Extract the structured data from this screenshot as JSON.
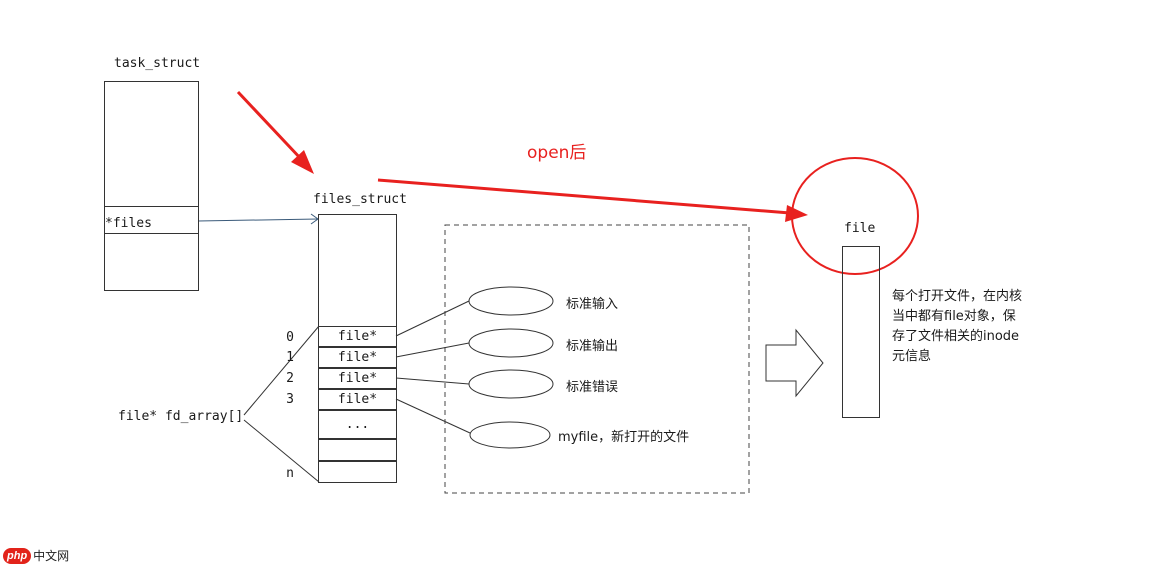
{
  "task_struct": {
    "title": "task_struct",
    "field": "*files"
  },
  "files_struct": {
    "title": "files_struct",
    "array_label": "file* fd_array[]",
    "slots": [
      "file*",
      "file*",
      "file*",
      "file*",
      "...",
      "",
      ""
    ],
    "indices": [
      "0",
      "1",
      "2",
      "3",
      "n"
    ]
  },
  "streams": [
    "标准输入",
    "标准输出",
    "标准错误",
    "myfile，新打开的文件"
  ],
  "annotation": "open后",
  "file_box": {
    "title": "file",
    "description": [
      "每个打开文件，在内核",
      "当中都有file对象，保",
      "存了文件相关的inode",
      "元信息"
    ]
  },
  "watermark": {
    "logo": "php",
    "text": "中文网"
  },
  "colors": {
    "line": "#333333",
    "highlight": "#e8211f",
    "thin_line": "#3a5a7a"
  }
}
